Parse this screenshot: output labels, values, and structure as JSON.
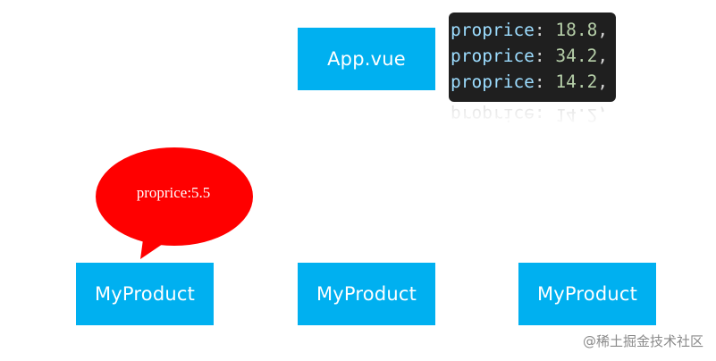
{
  "app_box": {
    "label": "App.vue"
  },
  "code_snippet": {
    "lines": [
      {
        "key": "proprice",
        "value": "18.8"
      },
      {
        "key": "proprice",
        "value": "34.2"
      },
      {
        "key": "proprice",
        "value": "14.2"
      }
    ]
  },
  "bubble": {
    "text": "proprice:5.5"
  },
  "products": [
    {
      "label": "MyProduct"
    },
    {
      "label": "MyProduct"
    },
    {
      "label": "MyProduct"
    }
  ],
  "watermark": {
    "text": "@稀土掘金技术社区"
  },
  "colors": {
    "box": "#00b0f0",
    "bubble": "#ff0000",
    "code_bg": "#1f1f1f",
    "code_key": "#9cdcfe",
    "code_num": "#b5cea8"
  }
}
